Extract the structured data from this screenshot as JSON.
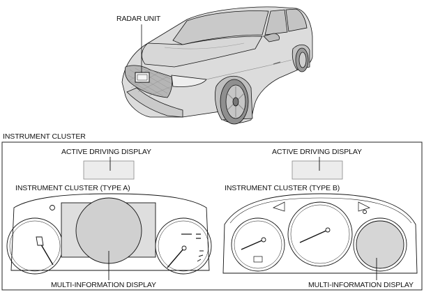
{
  "labels": {
    "radar_unit": "RADAR UNIT",
    "instrument_cluster_heading": "INSTRUMENT CLUSTER",
    "active_driving_display": "ACTIVE DRIVING DISPLAY",
    "instrument_cluster_type_a": "INSTRUMENT CLUSTER (TYPE A)",
    "instrument_cluster_type_b": "INSTRUMENT CLUSTER (TYPE B)",
    "multi_information_display": "MULTI-INFORMATION DISPLAY"
  },
  "colors": {
    "line": "#111111",
    "car_body": "#dcdcdc",
    "car_shadow": "#b9b9b9",
    "display_fill": "#dedede",
    "panel_border": "#222222"
  }
}
